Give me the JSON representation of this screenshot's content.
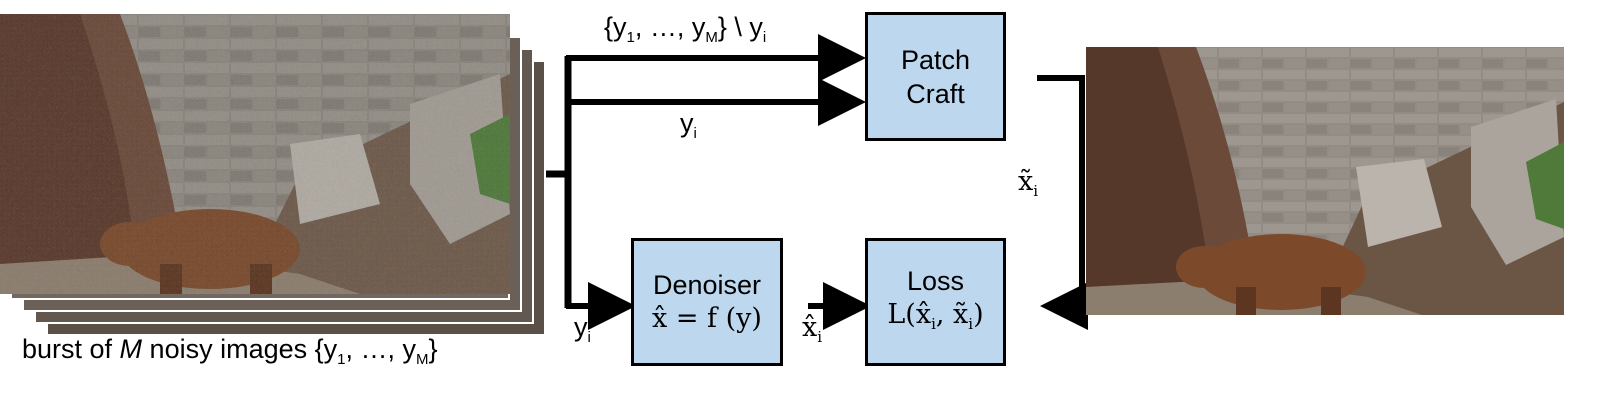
{
  "input": {
    "caption_prefix": "burst of ",
    "caption_M": "M",
    "caption_mid": " noisy images ",
    "caption_set": "{y",
    "caption_sub1": "1",
    "caption_dots": ", …, y",
    "caption_subM": "M",
    "caption_close": "}"
  },
  "patchcraft": {
    "line1": "Patch",
    "line2": "Craft"
  },
  "denoiser": {
    "title": "Denoiser",
    "formula": "x̂ = f (y)"
  },
  "loss": {
    "title": "Loss",
    "formula_pre": "L(x̂",
    "formula_sub1": "i",
    "formula_mid": ", x̃",
    "formula_sub2": "i",
    "formula_post": ")"
  },
  "edges": {
    "top_set": "{y",
    "top_sub1": "1",
    "top_mid": ", …, y",
    "top_subM": "M",
    "top_post": "} \\ y",
    "top_subi": "i",
    "mid_y": "y",
    "mid_sub": "i",
    "bottom_y": "y",
    "bottom_sub": "i",
    "xhat": "x̂",
    "xhat_sub": "i",
    "xtilde": "x̃",
    "xtilde_sub": "i"
  }
}
